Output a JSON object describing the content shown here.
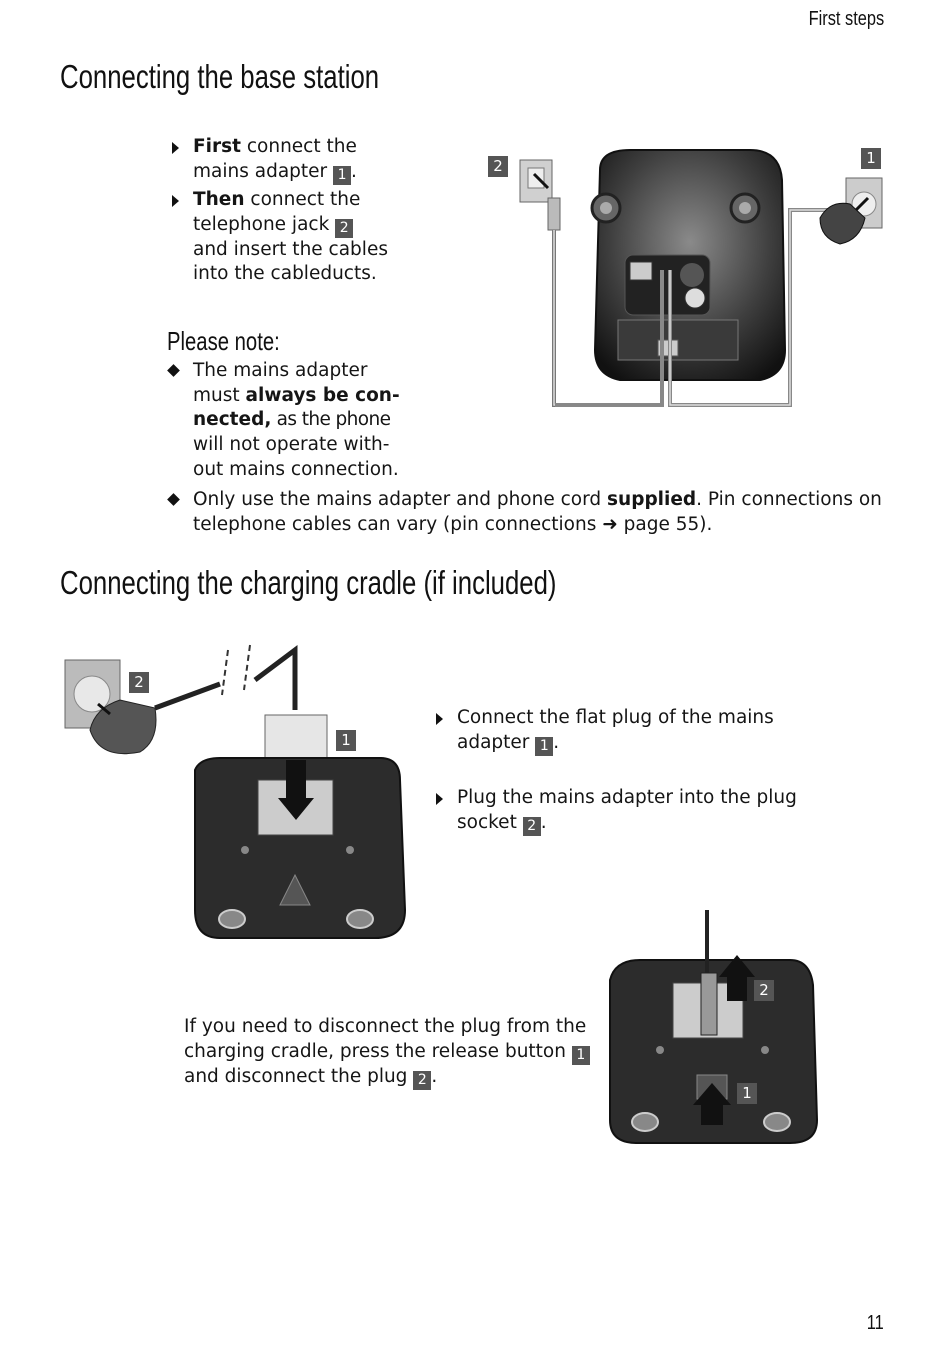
{
  "header": {
    "section": "First steps"
  },
  "section1": {
    "title": "Connecting the base station",
    "steps": [
      {
        "bold": "First",
        "text": " connect the",
        "line2": "mains adapter ",
        "num": "1",
        "end": "."
      },
      {
        "bold": "Then",
        "text": " connect the",
        "line2": "telephone jack ",
        "num": "2",
        "line3": "and insert the cables",
        "line4": "into the cableducts."
      }
    ],
    "note_title": "Please note:",
    "notes": [
      {
        "l1": "The mains adapter",
        "l2a": "must ",
        "l2b": "always be con-",
        "l3b": "nected,",
        "l3c": " as the phone",
        "l4": "will not operate with-",
        "l5": "out mains connection."
      },
      {
        "l1a": "Only use the mains adapter and phone cord ",
        "l1b": "supplied",
        "l1c": ". Pin connections on",
        "l2": "telephone cables can vary (pin connections",
        "arrow": "➜",
        "l2b": " page 55)."
      }
    ],
    "figure_labels": {
      "left": "2",
      "right": "1"
    }
  },
  "section2": {
    "title": "Connecting the charging cradle (if included)",
    "steps": [
      {
        "l1": "Connect the flat plug of the mains",
        "l2": "adapter ",
        "num": "1",
        "end": "."
      },
      {
        "l1": "Plug the mains adapter into the plug",
        "l2": "socket ",
        "num": "2",
        "end": "."
      }
    ],
    "disconnect": {
      "l1": "If you need to disconnect the plug from the",
      "l2": "charging cradle, press the release button ",
      "num1": "1",
      "l3": "and disconnect the plug ",
      "num2": "2",
      "end": "."
    },
    "figure1_labels": {
      "socket": "2",
      "plug": "1"
    },
    "figure2_labels": {
      "plug": "2",
      "button": "1"
    }
  },
  "footer": {
    "page_number": "11"
  }
}
